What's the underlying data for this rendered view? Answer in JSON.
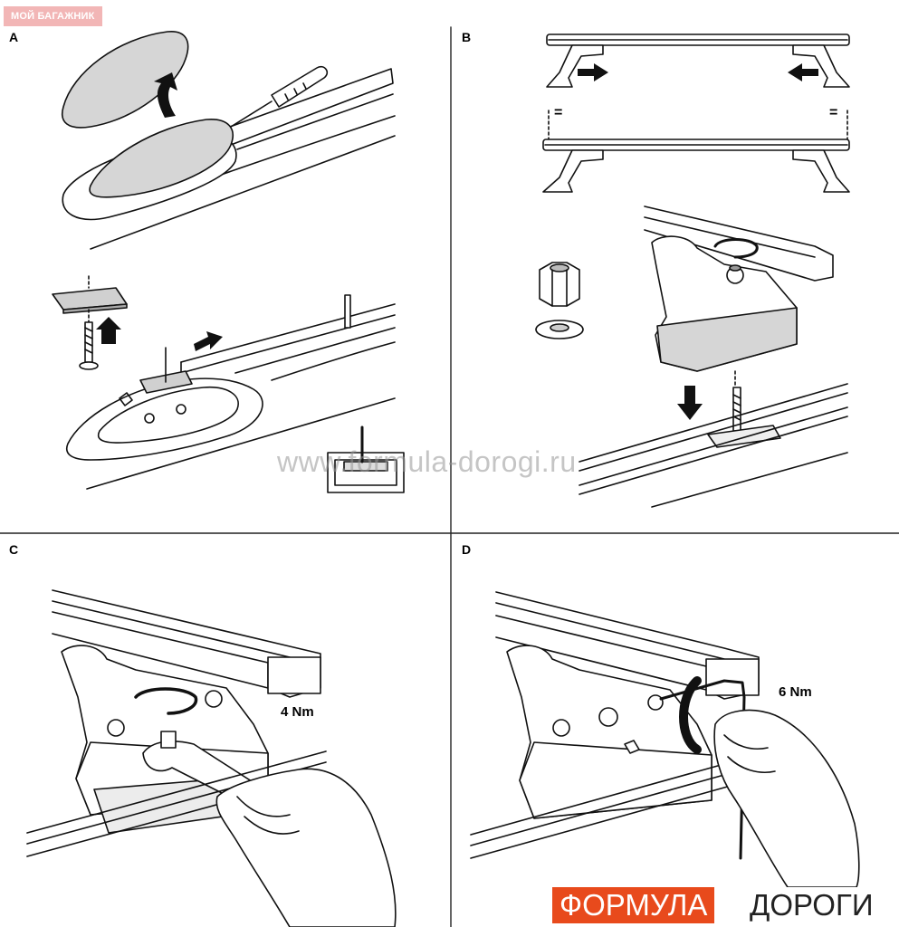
{
  "badge": "МОЙ БАГАЖНИК",
  "watermark": "www.formula-dorogi.ru",
  "panels": {
    "a": {
      "label": "A"
    },
    "b": {
      "label": "B",
      "equal_sign": "="
    },
    "c": {
      "label": "C",
      "torque": "4 Nm"
    },
    "d": {
      "label": "D",
      "torque": "6 Nm"
    }
  },
  "brand": {
    "part1": "ФОРМУЛА",
    "part2": "ДОРОГИ",
    "accent": "#e84a1c"
  }
}
